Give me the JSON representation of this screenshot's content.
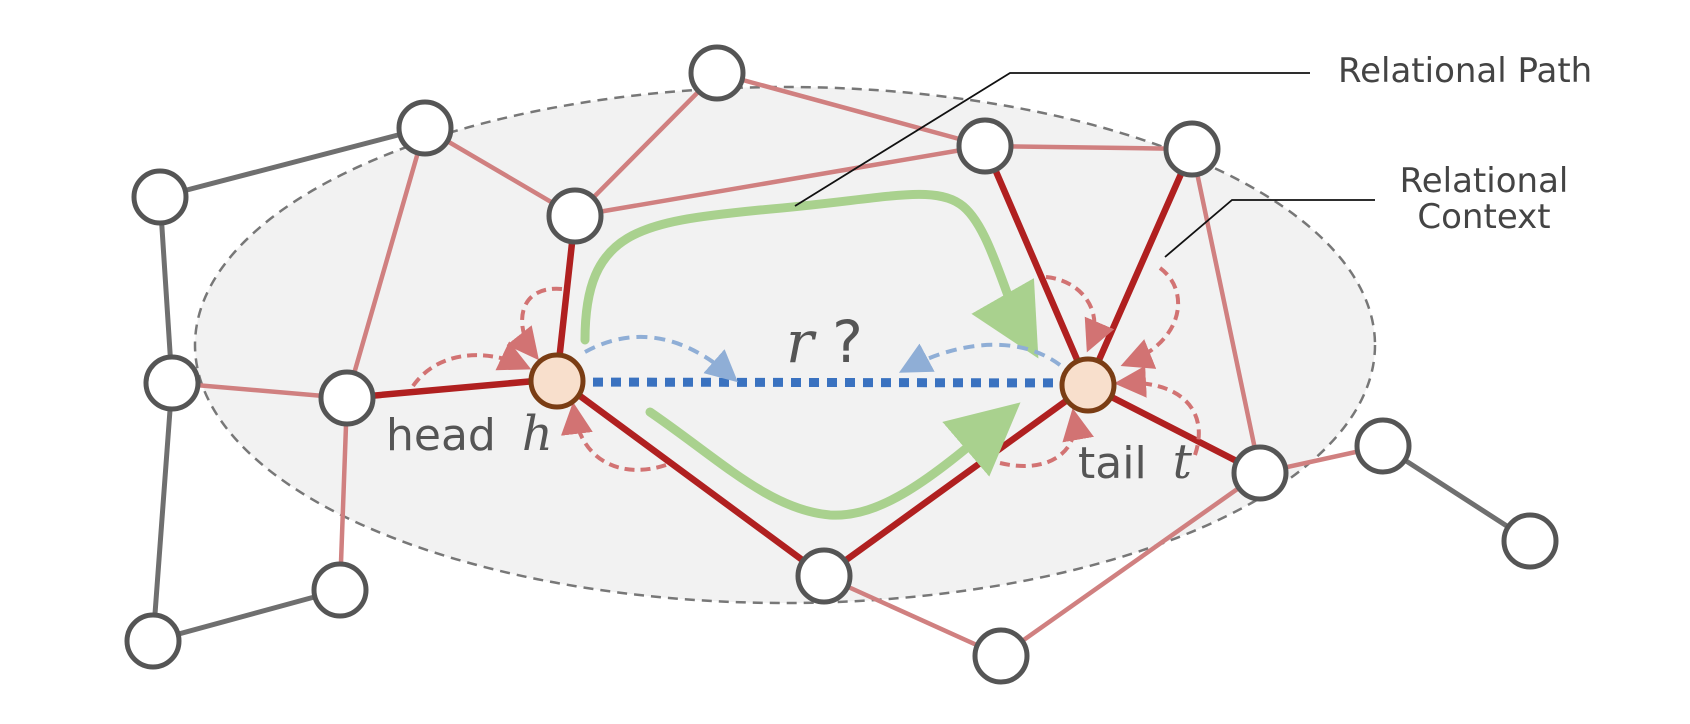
{
  "labels": {
    "head_word": "head",
    "head_var": "h",
    "tail_word": "tail",
    "tail_var": "t",
    "query_var": "r",
    "query_mark": "?",
    "relational_path": "Relational Path",
    "relational_context_line1": "Relational",
    "relational_context_line2": "Context"
  },
  "colors": {
    "outer_edge": "#6f6f6f",
    "context_edge": "#d08080",
    "adjacent_edge": "#b02020",
    "path_arrow": "#a9d18e",
    "query_edge": "#3a72c0",
    "query_arrow": "#8faed6",
    "self_loop": "#d27373",
    "node_stroke": "#555555",
    "focus_node_fill": "#f8dfcc",
    "focus_node_stroke": "#7a3d14",
    "ellipse_fill": "#f2f2f2",
    "ellipse_stroke": "#777777"
  }
}
